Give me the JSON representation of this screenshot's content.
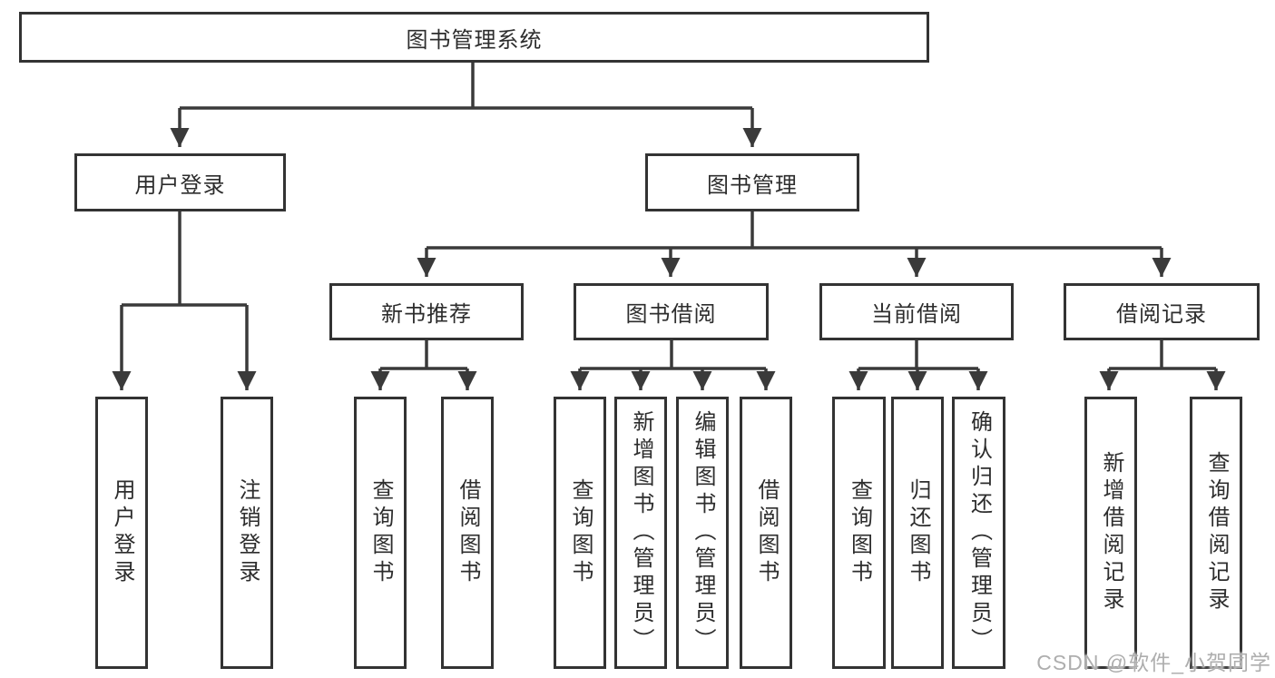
{
  "tree": {
    "root": {
      "label": "图书管理系统"
    },
    "branches": [
      {
        "label": "用户登录",
        "leaves": [
          {
            "label": "用户登录"
          },
          {
            "label": "注销登录"
          }
        ]
      },
      {
        "label": "图书管理",
        "sections": [
          {
            "label": "新书推荐",
            "leaves": [
              {
                "label": "查询图书"
              },
              {
                "label": "借阅图书"
              }
            ]
          },
          {
            "label": "图书借阅",
            "leaves": [
              {
                "label": "查询图书"
              },
              {
                "label": "新增图书（管理员）"
              },
              {
                "label": "编辑图书（管理员）"
              },
              {
                "label": "借阅图书"
              }
            ]
          },
          {
            "label": "当前借阅",
            "leaves": [
              {
                "label": "查询图书"
              },
              {
                "label": "归还图书"
              },
              {
                "label": "确认归还（管理员）"
              }
            ]
          },
          {
            "label": "借阅记录",
            "leaves": [
              {
                "label": "新增借阅记录"
              },
              {
                "label": "查询借阅记录"
              }
            ]
          }
        ]
      }
    ]
  },
  "watermark": {
    "text": "CSDN @软件_小贺同学"
  },
  "colors": {
    "background": "#ffffff",
    "line": "#3a3a3a",
    "box_border": "#333333",
    "text": "#2d2d2d",
    "watermark": "#aeaeae"
  }
}
